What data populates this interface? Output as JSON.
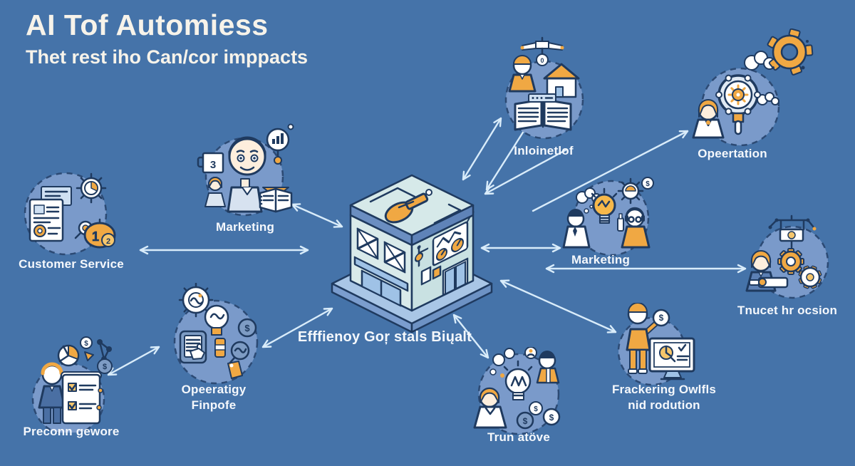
{
  "title": {
    "line1": "AI Tof Automiess",
    "line2": "Thet rest iho Can/cor imppacts"
  },
  "center": {
    "label": "Efffienoy Goŗ stals Biųalt",
    "icon": "office-building-icon"
  },
  "glyphs": {
    "one": "1",
    "two": "2",
    "three": "3",
    "zero": "0",
    "dollar": "$"
  },
  "nodes": [
    {
      "id": "customer-service",
      "label": "Customer Service",
      "icons": [
        "document-report-icon",
        "gear-pie-icon",
        "magnifier-icon",
        "clock-icon"
      ]
    },
    {
      "id": "marketing-left",
      "label": "Marketing",
      "icons": [
        "person-icon",
        "coworker-icon",
        "mug-icon",
        "magnifier-bar-chart-icon",
        "open-book-envelope-icon"
      ]
    },
    {
      "id": "internetlof",
      "label": "Inloinetlof",
      "icons": [
        "drone-scale-icon",
        "person-icon",
        "house-icon",
        "open-book-icon"
      ]
    },
    {
      "id": "opeertation",
      "label": "Opeertation",
      "icons": [
        "woman-icon",
        "gear-magnifier-icon",
        "gear-ring-icon",
        "cloud-icon"
      ]
    },
    {
      "id": "marketing-right",
      "label": "Marketing",
      "icons": [
        "lightbulb-icon",
        "businessman-icon",
        "headset-agent-icon",
        "gear-dollar-icon",
        "cloud-icon"
      ]
    },
    {
      "id": "tnucet-hr-ocsion",
      "label": "Tnucet hr ocsion",
      "icons": [
        "woman-icon",
        "gears-icon",
        "robot-arm-icon",
        "machine-frame-icon"
      ]
    },
    {
      "id": "opeeratigy-finpofe",
      "label": "Opeeratigy\nFinpofe",
      "icons": [
        "gear-icon",
        "lightbulb-icon",
        "tablet-document-icon",
        "hand-cursor-icon",
        "dollar-coin-icon",
        "magnifier-icon",
        "price-tag-icon"
      ]
    },
    {
      "id": "preconn-gewore",
      "label": "Preconn gewore",
      "icons": [
        "businessman-icon",
        "checklist-scroll-icon",
        "pie-chart-icon",
        "dollar-coin-icon",
        "network-icon"
      ]
    },
    {
      "id": "trun-atove",
      "label": "Trun atöve",
      "icons": [
        "woman-icon",
        "lightbulb-icon",
        "person-icon",
        "dollar-coin-icon",
        "thought-bubbles-icon"
      ]
    },
    {
      "id": "frackering-owlfls",
      "label": "Frackering Owlfls\nnid rodution",
      "icons": [
        "presenter-icon",
        "dollar-coin-icon",
        "monitor-chart-icon"
      ]
    }
  ],
  "colors": {
    "background": "#4573a9",
    "bubble_fill": "#7a9aca",
    "bubble_border": "#2c4a74",
    "outline": "#1f3a5f",
    "accent_orange": "#f0a843",
    "accent_orange_light": "#f6c66b",
    "arrow": "#d9ecfa",
    "label_text": "#f5f8fc",
    "title_text": "#f7f3ea",
    "building_wall": "#d9eaea",
    "building_band": "#6b8ec1",
    "panel_blue": "#9fc2e6"
  }
}
